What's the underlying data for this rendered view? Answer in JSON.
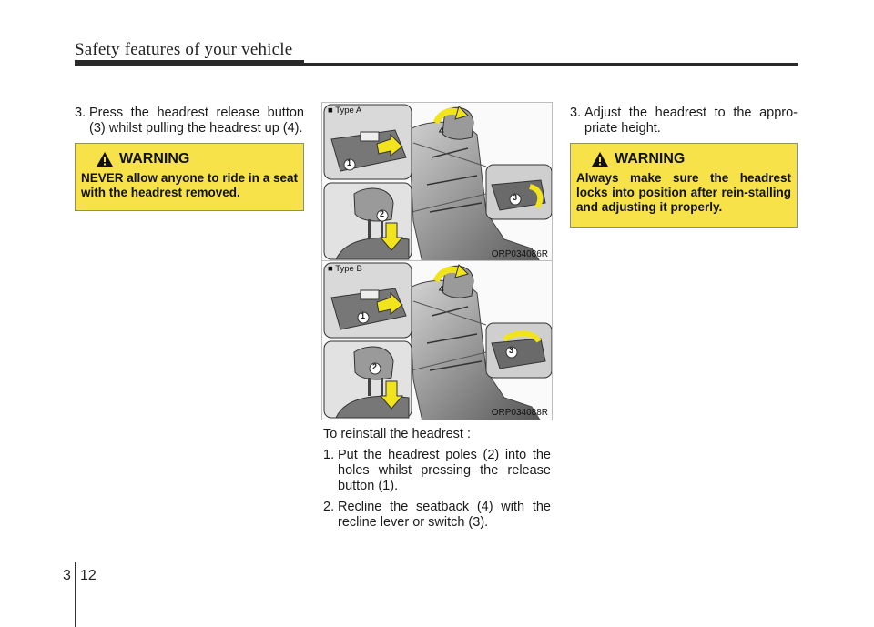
{
  "header": {
    "title": "Safety features of your vehicle"
  },
  "left": {
    "step3": {
      "num": "3.",
      "text": "Press the headrest release button (3) whilst pulling the headrest up (4)."
    },
    "warning": {
      "title": "WARNING",
      "text": "NEVER allow anyone to ride in a seat with the headrest removed."
    }
  },
  "figures": [
    {
      "type_label": "■ Type A",
      "caption": "ORP034086R",
      "callouts": [
        "1",
        "2",
        "3",
        "4"
      ]
    },
    {
      "type_label": "■ Type B",
      "caption": "ORP034088R",
      "callouts": [
        "1",
        "2",
        "3",
        "4"
      ]
    }
  ],
  "middle": {
    "intro": "To reinstall the headrest :",
    "steps": [
      {
        "num": "1.",
        "text": "Put the headrest poles (2) into the holes whilst pressing the release button (1)."
      },
      {
        "num": "2.",
        "text": "Recline the seatback (4) with the recline lever or switch (3)."
      }
    ]
  },
  "right": {
    "step3": {
      "num": "3.",
      "text": "Adjust the headrest to the appro-priate height."
    },
    "warning": {
      "title": "WARNING",
      "text": "Always make sure the headrest locks into position after rein-stalling and adjusting it properly."
    }
  },
  "footer": {
    "section": "3",
    "page": "12"
  },
  "colors": {
    "warning_bg": "#f7e349",
    "arrow_yellow": "#f2e41c",
    "rule": "#2a2a2a"
  }
}
